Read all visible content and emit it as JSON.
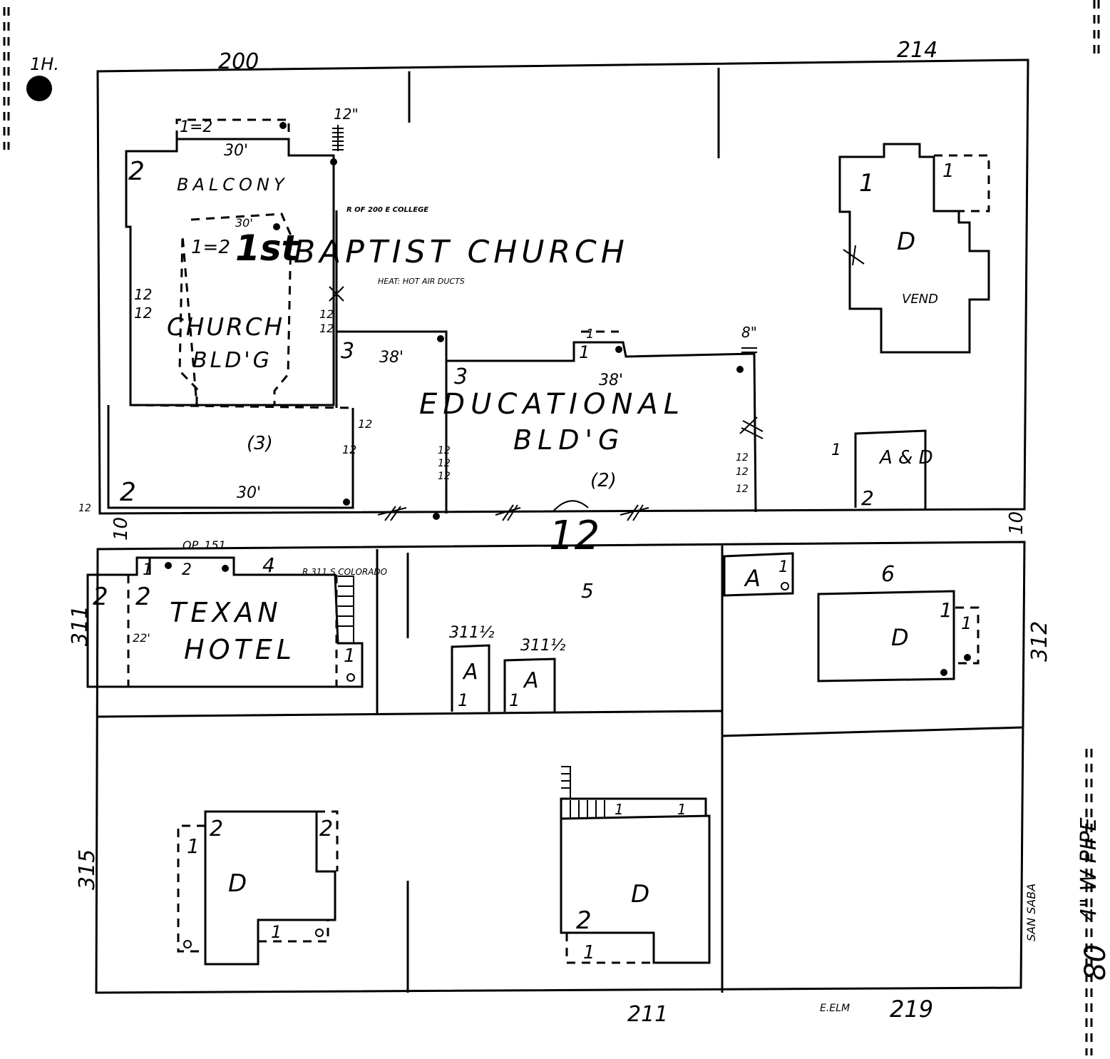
{
  "map": {
    "corner_label": "1H.",
    "street_numbers": {
      "top_left": "200",
      "top_right": "214",
      "bottom_mid": "211",
      "bottom_right": "219",
      "left_upper": "311",
      "left_lower": "315",
      "right_upper": "312",
      "left_block": "10",
      "right_block": "10"
    },
    "block_number": "12",
    "block_ids": {
      "c": "4",
      "d": "5",
      "e": "6"
    },
    "streets": {
      "elm": "E.ELM",
      "san_saba": "SAN SABA",
      "pipe": "4\" W PIPE"
    },
    "sheet_number": "80",
    "church": {
      "title_1": "1st",
      "title_2": "BAPTIST CHURCH",
      "balcony": "BALCONY",
      "church_bldg_1": "CHURCH",
      "church_bldg_2": "BLD'G",
      "stories_2": "2",
      "stories_3": "(3)",
      "annex_stories": "2",
      "f2": "1=2",
      "f2b": "1=2",
      "dim_30": "30'",
      "dim_30b": "30'",
      "dim_30c": "30'",
      "pipe_12": "12\"",
      "heat": "HEAT: HOT AIR DUCTS",
      "rear": "R OF 200 E COLLEGE",
      "wall_12a": "12",
      "wall_12b": "12",
      "wall_12c": "12",
      "wall_12d": "12",
      "wall_12e": "12",
      "wall_12f": "12",
      "annex_corner": "12"
    },
    "education": {
      "title_1": "EDUCATIONAL",
      "title_2": "BLD'G",
      "stories": "(2)",
      "st3a": "3",
      "st3b": "3",
      "dim_38a": "38'",
      "dim_38b": "38'",
      "porch": "1",
      "porch_b": "1",
      "pipe_8": "8\"",
      "w_12a": "12",
      "w_12b": "12",
      "w_12c": "12",
      "r_12a": "12",
      "r_12b": "12",
      "r_12c": "12"
    },
    "vend": {
      "label": "VEND",
      "d": "D",
      "s1": "1",
      "s2": "1"
    },
    "garage_ne": {
      "label": "A & D",
      "s1": "1",
      "s2": "2"
    },
    "hotel": {
      "title_1": "TEXAN",
      "title_2": "HOTEL",
      "op": "OP. 151",
      "rear": "R 311 S COLORADO",
      "s2a": "2",
      "s2b": "2",
      "s1a": "1",
      "s2c": "2",
      "s1b": "1",
      "dim": "22'"
    },
    "sheds": {
      "a1": "311½",
      "a2": "311½",
      "label": "A",
      "s1": "1"
    },
    "block6": {
      "a": "A",
      "a_s": "1",
      "d": "D",
      "s1": "1",
      "s2": "1"
    },
    "sw_dwelling": {
      "d": "D",
      "s1": "1",
      "s2": "2",
      "s3": "2",
      "s4": "1"
    },
    "se_dwelling": {
      "d": "D",
      "s1": "2",
      "s2": "1",
      "s3": "1",
      "s4": "1"
    }
  }
}
